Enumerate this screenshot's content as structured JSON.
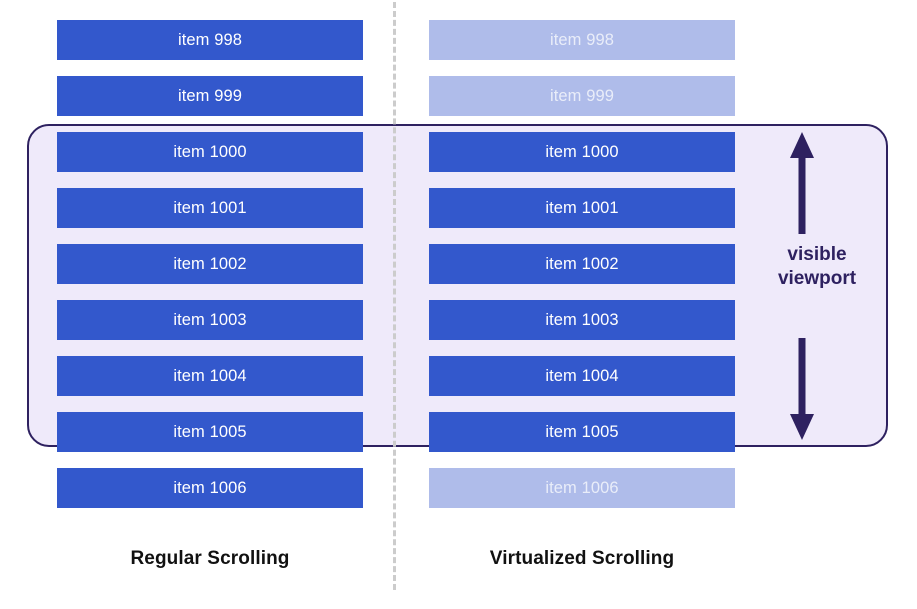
{
  "diagram": {
    "title": "Regular Scrolling vs Virtualized Scrolling",
    "colors": {
      "item_solid": "#3358CC",
      "item_faded": "#AFBCEA",
      "viewport_fill": "#EFEAFA",
      "viewport_border": "#2E2160",
      "divider": "#CCCCCC",
      "caption_text": "#111111",
      "annotation_text": "#2E2160"
    }
  },
  "columns": [
    {
      "key": "regular",
      "caption": "Regular Scrolling",
      "items": [
        {
          "label": "item 998",
          "state": "rendered"
        },
        {
          "label": "item 999",
          "state": "rendered"
        },
        {
          "label": "item 1000",
          "state": "rendered"
        },
        {
          "label": "item 1001",
          "state": "rendered"
        },
        {
          "label": "item 1002",
          "state": "rendered"
        },
        {
          "label": "item 1003",
          "state": "rendered"
        },
        {
          "label": "item 1004",
          "state": "rendered"
        },
        {
          "label": "item 1005",
          "state": "rendered"
        },
        {
          "label": "item 1006",
          "state": "rendered"
        }
      ]
    },
    {
      "key": "virtualized",
      "caption": "Virtualized Scrolling",
      "items": [
        {
          "label": "item 998",
          "state": "not-rendered"
        },
        {
          "label": "item 999",
          "state": "not-rendered"
        },
        {
          "label": "item 1000",
          "state": "rendered"
        },
        {
          "label": "item 1001",
          "state": "rendered"
        },
        {
          "label": "item 1002",
          "state": "rendered"
        },
        {
          "label": "item 1003",
          "state": "rendered"
        },
        {
          "label": "item 1004",
          "state": "rendered"
        },
        {
          "label": "item 1005",
          "state": "rendered"
        },
        {
          "label": "item 1006",
          "state": "not-rendered"
        }
      ]
    }
  ],
  "annotation": {
    "label": "visible\nviewport",
    "arrow_icon": "double-headed-vertical-arrow-icon"
  },
  "divider": {
    "icon": "vertical-dashed-divider-icon"
  }
}
